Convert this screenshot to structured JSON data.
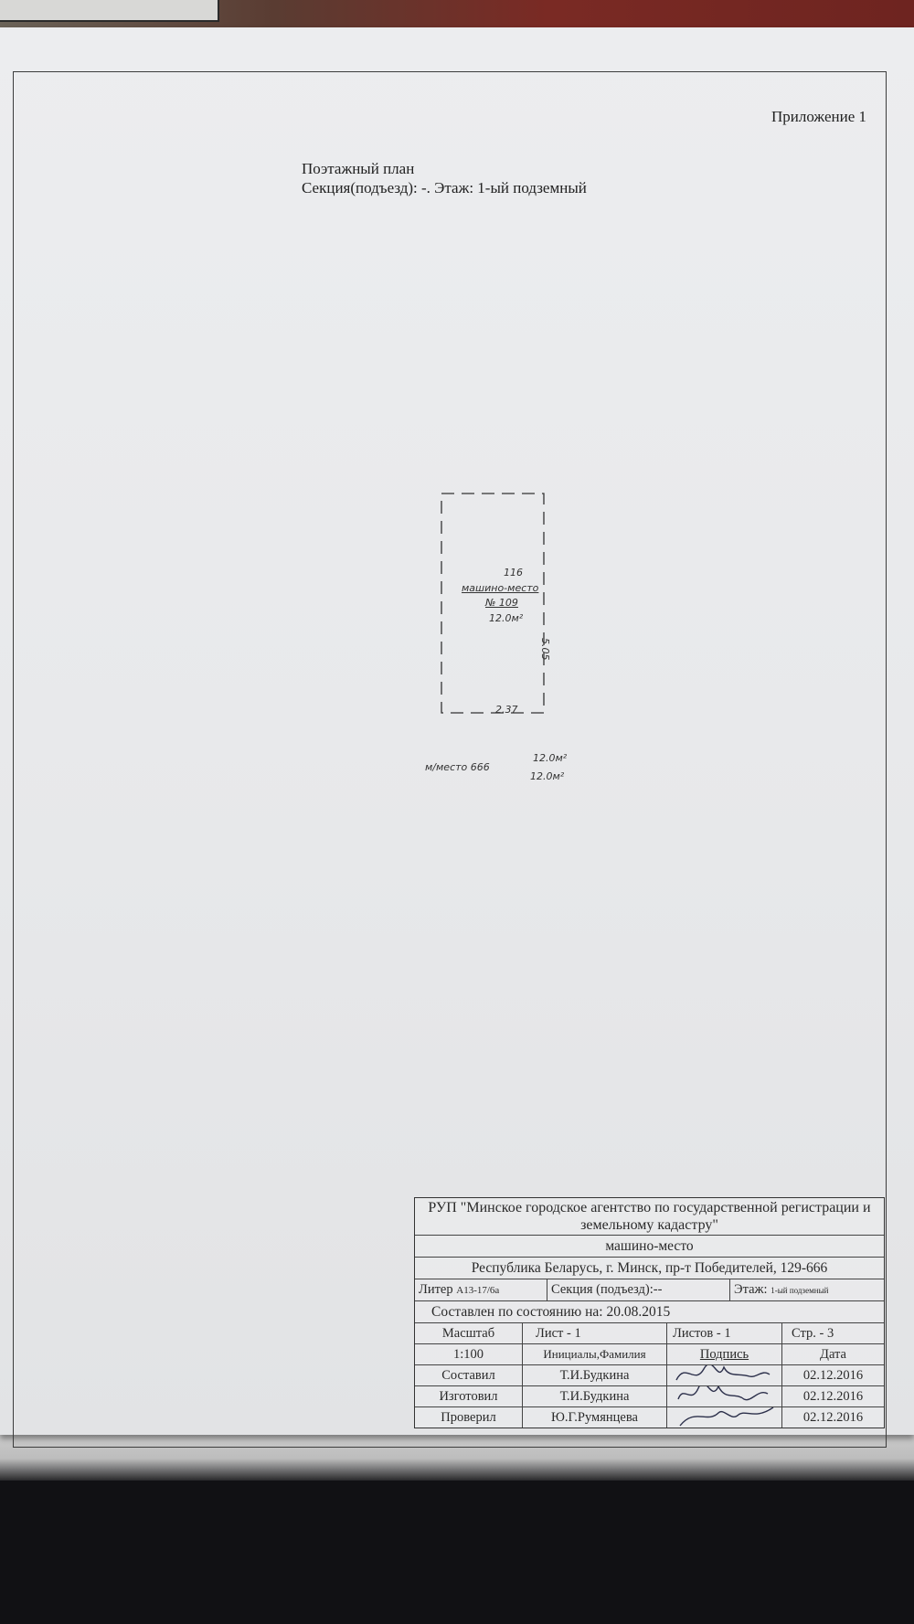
{
  "document": {
    "annex": "Приложение 1",
    "plan_title": "Поэтажный план",
    "section_floor": "Секция(подъезд): -.  Этаж: 1-ый подземный"
  },
  "drawing": {
    "room_number": "116",
    "room_name": "машино-место",
    "room_num2": "№ 109",
    "room_area": "12.0м²",
    "dim_height": "5.05",
    "dim_width": "2.37",
    "legend_label": "м/место 666",
    "legend_area1": "12.0м²",
    "legend_area2": "12.0м²"
  },
  "stamp": {
    "org": "РУП \"Минское городское агентство по государственной регистрации и земельному кадастру\"",
    "object": "машино-место",
    "address": "Республика Беларусь, г. Минск, пр-т Победителей, 129-666",
    "liter_label": "Литер",
    "liter_value": "А13-17/6а",
    "section": "Секция (подъезд):--",
    "floor_label": "Этаж:",
    "floor_value": "1-ый подземный",
    "state": "Составлен по состоянию на: 20.08.2015",
    "scale_label": "Масштаб",
    "sheet": "Лист -     1",
    "sheets": "Листов -   1",
    "page": "Стр. -    3",
    "scale_value": "1:100",
    "col_name": "Инициалы,Фамилия",
    "col_sign": "Подпись",
    "col_date": "Дата",
    "rows": [
      {
        "role": "Составил",
        "name": "Т.И.Будкина",
        "date": "02.12.2016"
      },
      {
        "role": "Изготовил",
        "name": "Т.И.Будкина",
        "date": "02.12.2016"
      },
      {
        "role": "Проверил",
        "name": "Ю.Г.Румянцева",
        "date": "02.12.2016"
      }
    ]
  }
}
